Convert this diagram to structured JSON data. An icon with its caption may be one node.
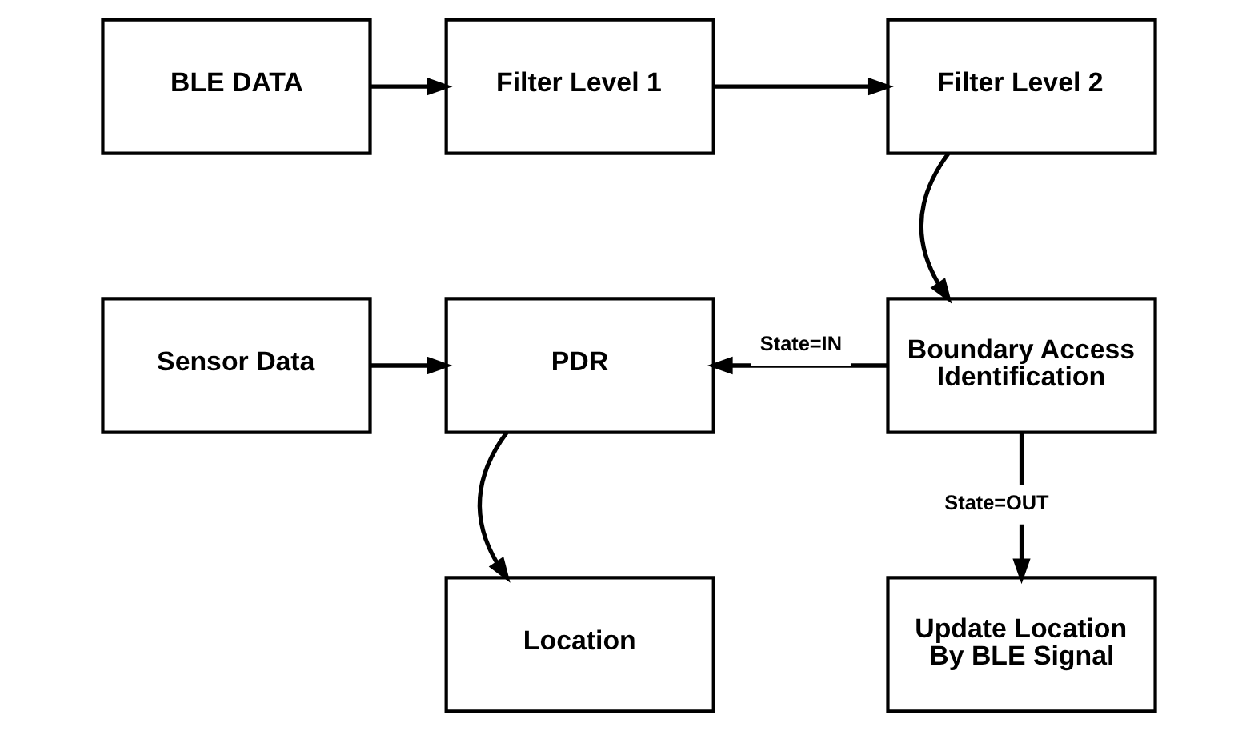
{
  "diagram": {
    "nodes": [
      {
        "text": [
          "BLE DATA"
        ]
      },
      {
        "text": [
          "Filter Level 1"
        ]
      },
      {
        "text": [
          "Filter Level 2"
        ]
      },
      {
        "text": [
          "Sensor Data"
        ]
      },
      {
        "text": [
          "PDR"
        ]
      },
      {
        "text": [
          "Boundary Access Identification"
        ]
      },
      {
        "text": [
          "Location"
        ]
      },
      {
        "text": [
          "Update Location By BLE Signal"
        ]
      }
    ],
    "edges": [
      {
        "from": 0,
        "to": 1,
        "arrow": "to"
      },
      {
        "from": 1,
        "to": 2,
        "arrow": "to"
      },
      {
        "from": 2,
        "to": 5,
        "arrow": "to"
      },
      {
        "from": 3,
        "to": 4,
        "arrow": "to"
      },
      {
        "from": 5,
        "to": 4,
        "arrow": "to",
        "label": "State=IN"
      },
      {
        "from": 4,
        "to": 6,
        "arrow": "to"
      },
      {
        "from": 5,
        "to": 7,
        "arrow": "to",
        "label": "State=OUT"
      }
    ]
  }
}
